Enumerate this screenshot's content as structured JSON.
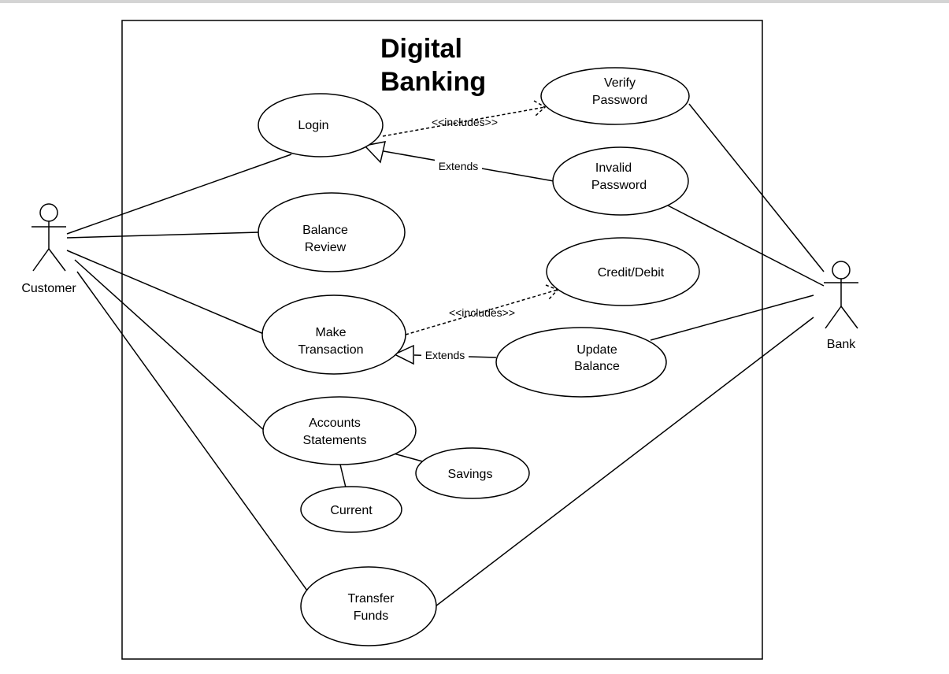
{
  "system": {
    "title_line1": "Digital",
    "title_line2": "Banking"
  },
  "actors": {
    "customer": "Customer",
    "bank": "Bank"
  },
  "use_cases": {
    "login": [
      "Login"
    ],
    "verify_password": [
      "Verify",
      "Password"
    ],
    "invalid_password": [
      "Invalid",
      "Password"
    ],
    "balance_review": [
      "Balance",
      "Review"
    ],
    "credit_debit": [
      "Credit/Debit"
    ],
    "make_transaction": [
      "Make",
      "Transaction"
    ],
    "update_balance": [
      "Update",
      "Balance"
    ],
    "accounts_statements": [
      "Accounts",
      "Statements"
    ],
    "savings": [
      "Savings"
    ],
    "current": [
      "Current"
    ],
    "transfer_funds": [
      "Transfer",
      "Funds"
    ]
  },
  "relations": {
    "includes_login": "<<includes>>",
    "extends_login": "Extends",
    "includes_transaction": "<<includes>>",
    "extends_transaction": "Extends"
  }
}
